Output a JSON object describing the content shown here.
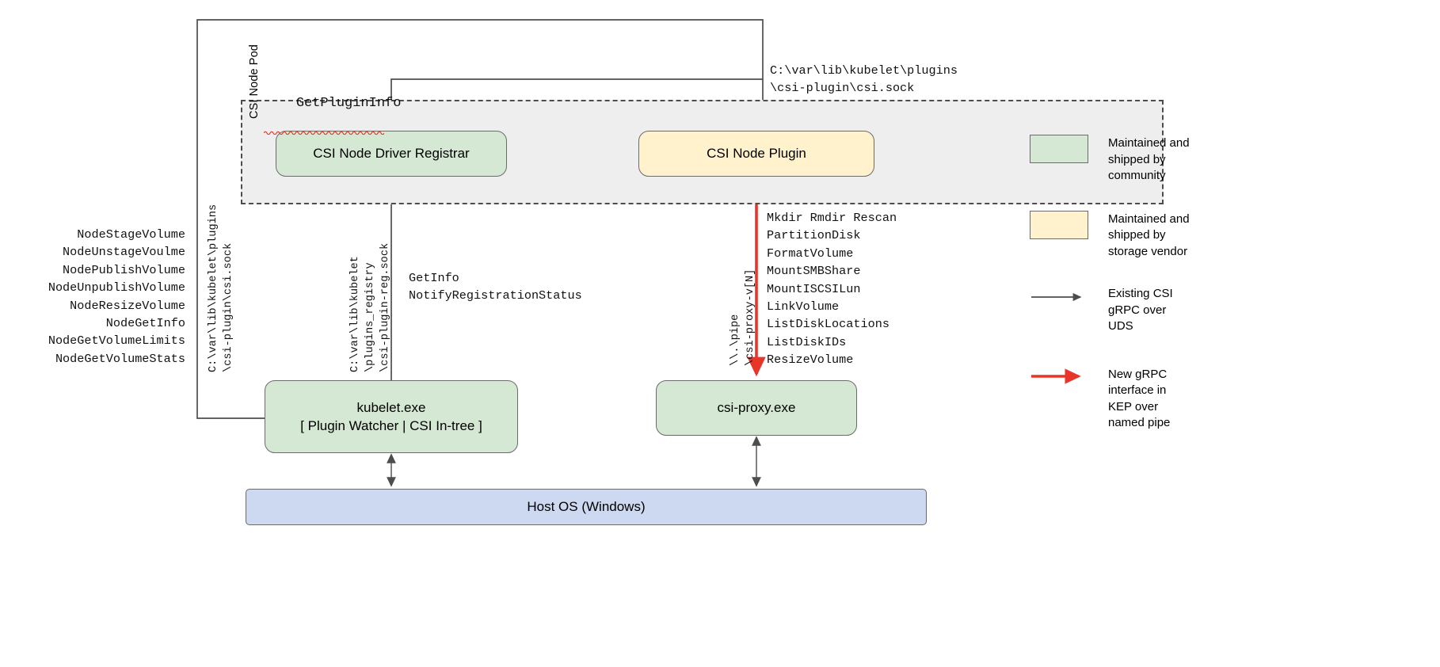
{
  "diagram": {
    "pod": {
      "label": "CSI Node Pod"
    },
    "boxes": {
      "registrar": "CSI Node Driver Registrar",
      "node_plugin": "CSI Node Plugin",
      "kubelet_line1": "kubelet.exe",
      "kubelet_line2": "[ Plugin Watcher | CSI In-tree ]",
      "csi_proxy": "csi-proxy.exe",
      "host_os": "Host OS (Windows)"
    },
    "labels": {
      "get_plugin_info": "GetPluginInfo",
      "node_plugin_socket_path": "C:\\var\\lib\\kubelet\\plugins\n\\csi-plugin\\csi.sock",
      "registry_calls": "GetInfo\nNotifyRegistrationStatus"
    },
    "node_service_ops": [
      "NodeStageVolume",
      "NodeUnstageVoulme",
      "NodePublishVolume",
      "NodeUnpublishVolume",
      "NodeResizeVolume",
      "NodeGetInfo",
      "NodeGetVolumeLimits",
      "NodeGetVolumeStats"
    ],
    "csi_proxy_ops": [
      "Mkdir Rmdir Rescan",
      "PartitionDisk",
      "FormatVolume",
      "MountSMBShare",
      "MountISCSILun",
      "LinkVolume",
      "ListDiskLocations",
      "ListDiskIDs",
      "ResizeVolume"
    ],
    "rotated_paths": {
      "kubelet_csi_sock": [
        "C:\\var\\lib\\kubelet\\plugins",
        "\\csi-plugin\\csi.sock"
      ],
      "registry_sock": [
        "C:\\var\\lib\\kubelet",
        "\\plugins_registry",
        "\\csi-plugin-reg.sock"
      ],
      "named_pipe": [
        "\\\\.\\pipe",
        "\\csi-proxy-v[N]"
      ]
    }
  },
  "legend": {
    "items": [
      {
        "kind": "swatch",
        "color": "#d5e8d4",
        "text": "Maintained and\nshipped by\ncommunity"
      },
      {
        "kind": "swatch",
        "color": "#fff2cc",
        "text": "Maintained and\nshipped by\nstorage vendor"
      },
      {
        "kind": "arrow",
        "color": "#4d4d4d",
        "text": "Existing CSI\ngRPC over\nUDS"
      },
      {
        "kind": "arrow",
        "color": "#e8352a",
        "text": "New gRPC\ninterface in\nKEP over\nnamed pipe"
      }
    ]
  },
  "colors": {
    "green_fill": "#d5e8d4",
    "yellow_fill": "#fff2cc",
    "blue_fill": "#ccd9f0",
    "pod_fill": "#eeeeee",
    "stroke": "#6b6b6b",
    "arrow_gray": "#4d4d4d",
    "arrow_red": "#e8352a"
  }
}
